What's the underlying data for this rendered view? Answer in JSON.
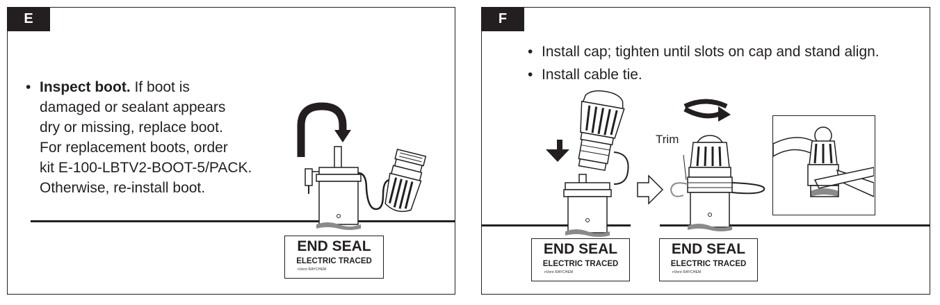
{
  "panel_e": {
    "step": "E",
    "bullet_bold": "Inspect boot.",
    "bullet_lines": [
      " If boot is",
      "damaged or sealant appears",
      "dry or missing, replace boot.",
      "For replacement boots, order",
      "kit E-100-LBTV2-BOOT-5/PACK.",
      "Otherwise, re-install boot."
    ],
    "label": {
      "title": "END SEAL",
      "subtitle": "ELECTRIC TRACED",
      "logo": "nVent RAYCHEM"
    }
  },
  "panel_f": {
    "step": "F",
    "bullets": [
      "Install cap; tighten until slots on cap and stand align.",
      "Install cable tie."
    ],
    "trim_label": "Trim",
    "labels": [
      {
        "title": "END SEAL",
        "subtitle": "ELECTRIC TRACED",
        "logo": "nVent RAYCHEM"
      },
      {
        "title": "END SEAL",
        "subtitle": "ELECTRIC TRACED",
        "logo": "nVent RAYCHEM"
      }
    ]
  }
}
